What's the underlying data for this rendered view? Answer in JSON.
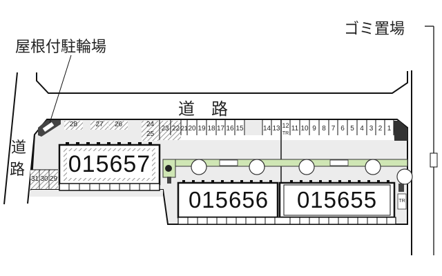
{
  "labels": {
    "covered_bicycle_parking": "屋根付駐輪場",
    "garbage_area": "ゴミ置場",
    "road_top": "道　路",
    "road_left_1": "道",
    "road_left_2": "路"
  },
  "buildings": [
    {
      "id": "015657"
    },
    {
      "id": "015656"
    },
    {
      "id": "015655"
    }
  ],
  "parking_top": {
    "hatched": [
      "28",
      "27",
      "26",
      "24",
      "25",
      "23",
      "22"
    ],
    "plain": [
      "21",
      "20",
      "19",
      "18",
      "17",
      "16",
      "15",
      "14",
      "13",
      "12",
      "11",
      "10",
      "9",
      "8",
      "7",
      "6",
      "5",
      "4",
      "3",
      "2",
      "1"
    ],
    "slot12_sub": "TR"
  },
  "parking_left": [
    "31",
    "30",
    "29"
  ],
  "misc": {
    "tr_label": "TR"
  },
  "colors": {
    "line": "#111111",
    "lot_fill": "#ececec",
    "hatch": "#9a9a9a",
    "green_strip": "#cfe6b4"
  }
}
